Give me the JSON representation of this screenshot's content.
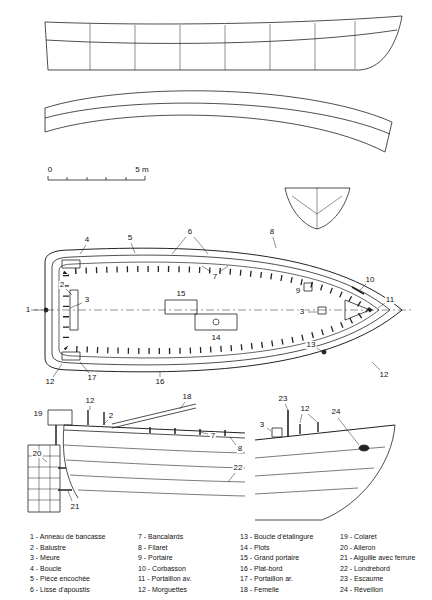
{
  "diagram": {
    "labels": [
      "0",
      "5 m",
      "1",
      "2",
      "3",
      "4",
      "5",
      "6",
      "7",
      "8",
      "9",
      "10",
      "11",
      "3",
      "13",
      "12",
      "12",
      "17",
      "16",
      "15",
      "14",
      "19",
      "12",
      "2",
      "18",
      "7",
      "8",
      "20",
      "22",
      "21",
      "23",
      "3",
      "12",
      "24",
      "1 - Anneau de bancasse",
      "2 - Balustre",
      "3 - Meure",
      "4 - Boucle",
      "5 - Pièce encochée",
      "6 - Lisse d'apoustis",
      "7 - Bancalards",
      "8 - Filaret",
      "9 - Portaire",
      "10 - Corbasson",
      "11 - Portaillon av.",
      "12 - Morguettes",
      "13 - Boucle d'étalingure",
      "14 - Plots",
      "15 - Grand portaire",
      "16 - Plat-bord",
      "17 - Portaillon ar.",
      "18 - Femelle",
      "19 - Colaret",
      "20 - Aileron",
      "21 - Aiguille avec ferrure",
      "22 - Londrebord",
      "23 - Escaume",
      "24 - Réveillon"
    ]
  }
}
